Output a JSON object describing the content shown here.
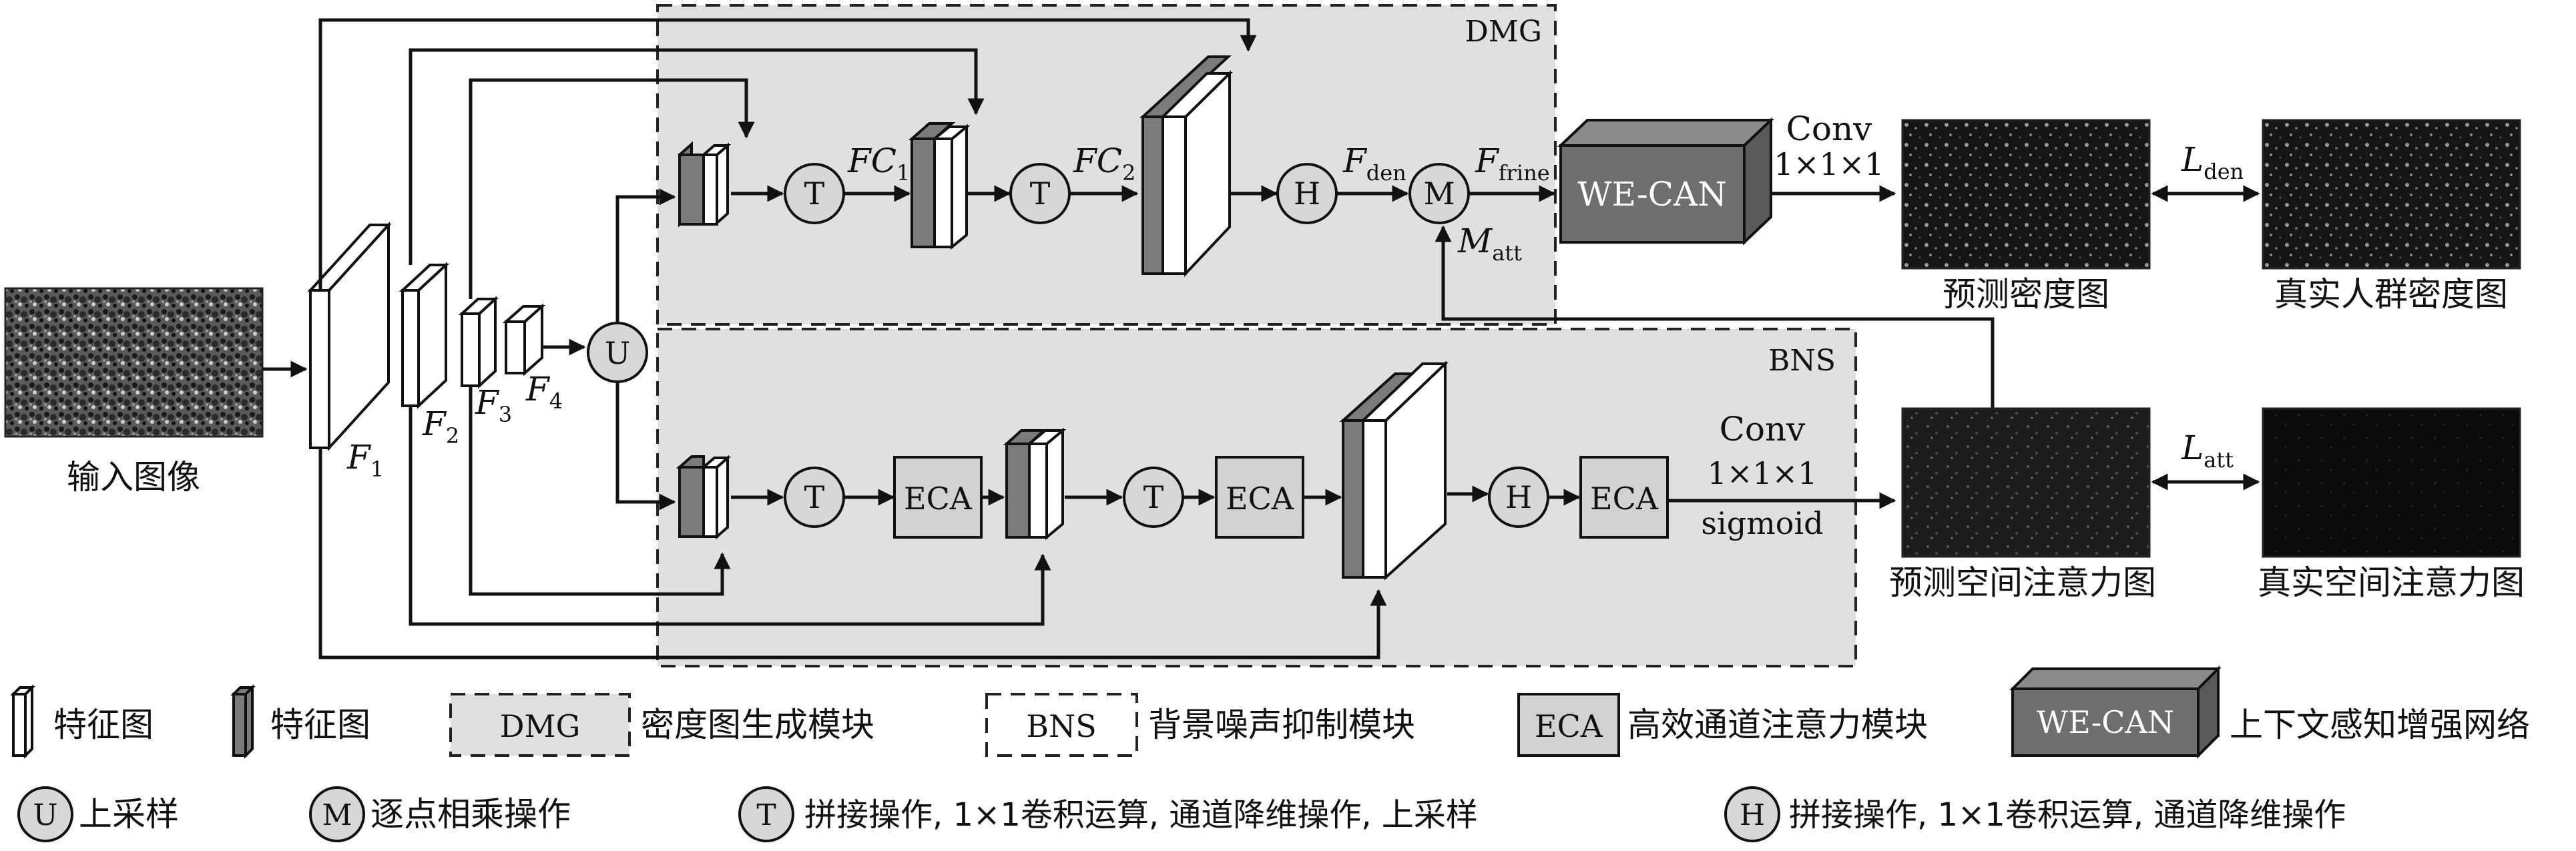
{
  "regions": {
    "dmg": "DMG",
    "bns": "BNS"
  },
  "features": {
    "f1": "F",
    "f1_sub": "1",
    "f2": "F",
    "f2_sub": "2",
    "f3": "F",
    "f3_sub": "3",
    "f4": "F",
    "f4_sub": "4"
  },
  "ops": {
    "upsample": "U",
    "concat_t": "T",
    "concat_h": "H",
    "multiply": "M",
    "eca": "ECA"
  },
  "labels": {
    "fc1": "FC",
    "fc1_sub": "1",
    "fc2": "FC",
    "fc2_sub": "2",
    "fden": "F",
    "fden_sub": "den",
    "ffrine": "F",
    "ffrine_sub": "frine",
    "matt": "M",
    "matt_sub": "att",
    "conv_top": "Conv",
    "conv_top_kernel": "1×1×1",
    "conv_bottom": "Conv",
    "conv_bottom_kernel": "1×1×1",
    "sigmoid": "sigmoid",
    "wecan": "WE-CAN",
    "lden": "L",
    "lden_sub": "den",
    "latt": "L",
    "latt_sub": "att"
  },
  "images": {
    "input": "输入图像",
    "pred_density": "预测密度图",
    "gt_density": "真实人群密度图",
    "pred_attention": "预测空间注意力图",
    "gt_attention": "真实空间注意力图"
  },
  "legend": {
    "feature_white": "特征图",
    "feature_gray": "特征图",
    "dmg_box": "DMG",
    "dmg_desc": "密度图生成模块",
    "bns_box": "BNS",
    "bns_desc": "背景噪声抑制模块",
    "eca_box": "ECA",
    "eca_desc": "高效通道注意力模块",
    "wecan_box": "WE-CAN",
    "wecan_desc": "上下文感知增强网络",
    "u_symbol": "U",
    "u_desc": "上采样",
    "m_symbol": "M",
    "m_desc": "逐点相乘操作",
    "t_symbol": "T",
    "t_desc": "拼接操作, 1×1卷积运算, 通道降维操作, 上采样",
    "h_symbol": "H",
    "h_desc": "拼接操作, 1×1卷积运算, 通道降维操作"
  },
  "colors": {
    "region_fill": "#e0e0e0",
    "op_fill": "#d7d7d7",
    "dark_block": "#7b7b7b",
    "wecan_fill": "#6e6e6e",
    "map_background": "#151515"
  }
}
